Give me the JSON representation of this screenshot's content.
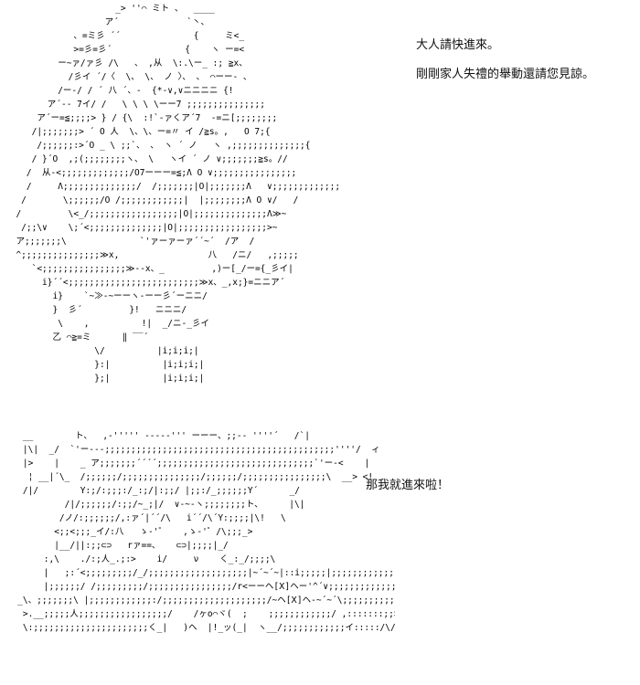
{
  "dialogue": {
    "line_1": "大人請快進來。",
    "line_2": "剛剛家人失禮的舉動還請您見諒。",
    "line_3": "那我就進來啦！"
  },
  "art": {
    "top_figure": "                     _> ''⌒ ミト 、  ____\n                   ア´             `丶、\n             、=ミ彡 ´´              {     ミ<_\n             >=彡=彡´              {    ヽ ー=<\n          ー~ァ/ァ彡 /\\   、 ,从  \\:.\\ー_ :; ≧x、\n            /彡イ ´/〈  \\、 \\、 ノ 〉、 、 ⌒ーー- 、\n          /ー-/ / ´ 八 ´、-  {*-∨,∨ニニニニ {!\n        ア´-- 7イ/ /   \\ \\ \\ \\ーー7 ;;;;;;;;;;;;;;;\n      ア´ー=≦;;;;> } / {\\  :!`-ァくア´7  -=ニ[;;;;;;;;\n     /|;;;;;;;> ´ O 人  \\、\\、ー=〃 イ /≧s。,   O 7;{\n      /;;;;;;:>´O _ \\ ;;`、 、 ヽ ´ ノ   ヽ ,;;;;;;;;;;;;;;{\n     / }´O  ,;(;;;;;;;;ヽ、 \\   ヽイ ´ ノ ∨;;;;;;;≧s。//\n    /  从-<;;;;;;;;;;;;;/O7ーーー=≦;Λ O ∨;;;;;;;;;;;;;;;;\n    /     Λ;;;;;;;;;;;;;;/  /;;;;;;;|O|;;;;;;;Λ   ∨;;;;;;;;;;;;;\n   /       \\;;;;;;/O /;;;;;;;;;;;;|  |;;;;;;;;Λ O ∨/   /\n  /         \\<_/;;;;;;;;;;;;;;;;;|O|;;;;;;;;;;;;;;Λ≫~\n   /;;\\∨    \\;´<;;;;;;;;;;;;;;|O|;;;;;;;;;;;;;;;;;>~\n  ア;;;;;;;\\              `'ァーァーァ´´~´  /ア  /\n  ^;;;;;;;;;;;;;;;≫x,                 八   /ニ/   ,;;;;;\n     `<;;;;;;;;;;;;;;;;≫--x、_         ,)ー[_/ー={_彡イ|\n       i}´´<;;;;;;;;;;;;;;;;;;;;;;;;;≫x、_,x;}=ニニア´\n         i}    `~≫-~ーーヽ-ーー彡´ーニニ/\n         }  彡´         }!   ニニニ/\n          \\    ,          !|  _/ニ-_彡イ\n         乙 ⌒≧=ミ      ‖ ‾‾´\n                 \\/          |i;i;i;|\n                 }:|          |i;i;i;|\n                 };|          |i;i;i;|",
    "bottom_figure": "    __        ト、  ,-''''' ----‐''' ーーー、;;-‐ ''''´   /`|\n    |\\|  _/  `'ー---;;;;;;;;;;;;;;;;;;;;;;;;;;;;;;;;;;;;;;;;;;;;''''/  ィ   /|\n    |>    |    _ ア;;;;;;;´´´´;;;;;;;;;;;;;;;;;;;;;;;;;;;;;;`'ー-<    |\n     ¦ __|´\\_  /;;;;;;/;;;;;;;;;;;;;;;/;;;;;;/;;;;;;;;;;;;;;;;\\  __> <!\n    /|/        Y:;/:;;;:/_:;/|:;;/ |;;:/_;;;;;;Y´      _/\n            /|/;;;;;;/:;;/~_;|/  ∨-~-ヽ;;;;;;;;ト、     |\\|\n           /ノ/:;;;;;;/,:ァ´|´´/\\   i´´/\\´Y:;;;;|\\!   \\\n          <;;<;;;_イ/:八   ゝ-'゜   ,ゝ-'゜/\\;;;_>\n          |__/||:;;⊂⊃   rァ==、   ⊂⊃|;;;;|_/\n        :,\\    ./:;人_.;:>    i/     ν    く_:_/;;;;\\\n        |   ;:´<;;;;;;;;;/_/;;;;;;;;;;;;;;;;;;;|~´~´~|::i;;;;;|;;;;;;;;;;;;;;;\n        |;;;;;;/ /;;;;;;;;;/;;;;;;;;;;;;;;;;/r<ーーヘ[Ⅹ]ヘー'^´∨;;;;;;;;;;;;;;;;;\n   _\\、;;;;;;;\\ |;;;;;;;;;;;;:/;;;;;;;;;;;;;;;;;;;;/~ヘ[Ⅹ]ヘ-~´~´\\;;;;;;;;;;;;/\n    >.__;;;;;人;;;;;;;;;;;;;;;;;/    /ヶo⌒ヾ(  ;    ;;;;;;;;;;;;/ ,:::::::;;>\n    \\:;;;;;;;;;;;;;;;;;;;;;;く_|   )ヘ  |!_ッ(_|  ヽ__/;;;;;;;;;;;;イ:::::/\\/"
  }
}
